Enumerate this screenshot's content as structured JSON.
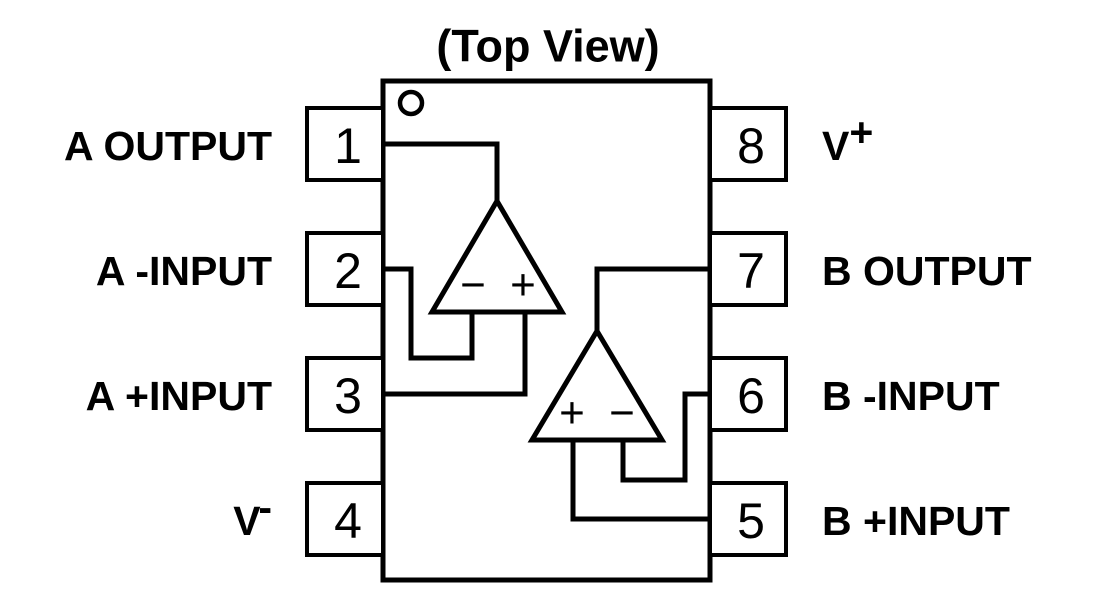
{
  "title": "(Top View)",
  "package": {
    "type": "8-pin dual op-amp package pinout",
    "orientation_marker": "pin-1-dot",
    "body_color": "#ffffff",
    "line_color": "#000000"
  },
  "pins": {
    "left": [
      {
        "number": "1",
        "label": "A OUTPUT",
        "label_sup": ""
      },
      {
        "number": "2",
        "label": "A -INPUT",
        "label_sup": ""
      },
      {
        "number": "3",
        "label": "A +INPUT",
        "label_sup": ""
      },
      {
        "number": "4",
        "label": "V",
        "label_sup": "-"
      }
    ],
    "right": [
      {
        "number": "8",
        "label": "V",
        "label_sup": "+"
      },
      {
        "number": "7",
        "label": "B OUTPUT",
        "label_sup": ""
      },
      {
        "number": "6",
        "label": "B -INPUT",
        "label_sup": ""
      },
      {
        "number": "5",
        "label": "B +INPUT",
        "label_sup": ""
      }
    ]
  },
  "amplifiers": [
    {
      "name": "A",
      "orientation": "left-facing",
      "inverting_sign": "−",
      "noninverting_sign": "+",
      "inverting_side": "left",
      "noninverting_side": "right",
      "output_pin": "1",
      "inverting_input_pin": "2",
      "noninverting_input_pin": "3"
    },
    {
      "name": "B",
      "orientation": "right-facing",
      "inverting_sign": "−",
      "noninverting_sign": "+",
      "inverting_side": "right",
      "noninverting_side": "left",
      "output_pin": "7",
      "inverting_input_pin": "6",
      "noninverting_input_pin": "5"
    }
  ]
}
